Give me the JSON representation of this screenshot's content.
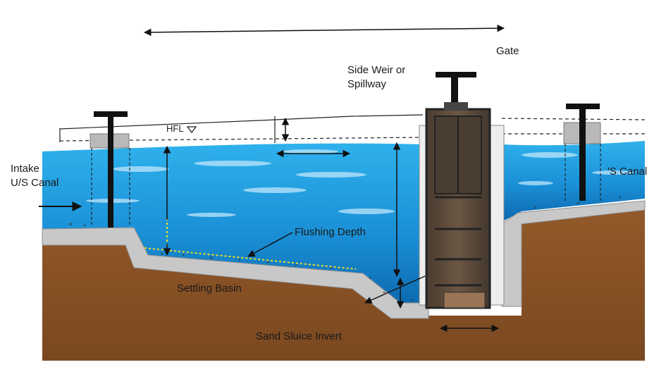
{
  "labels": {
    "gate": "Gate",
    "side_weir_line1": "Side Weir or",
    "side_weir_line2": "Spillway",
    "hfl": "HFL",
    "intake_line1": "Intake",
    "intake_line2": "U/S Canal",
    "ds_canal": "'S Canal",
    "flushing_depth": "Flushing Depth",
    "settling_basin": "Settling Basin",
    "sand_sluice_invert": "Sand Sluice Invert"
  },
  "colors": {
    "water_light": "#29a7e6",
    "water_dark": "#0a6fb8",
    "soil": "#8a5528",
    "soil_dark": "#6e3f19",
    "concrete": "#c9c9c9",
    "gate_frame": "#3a3a3a",
    "gate_rust": "#5c4a3a",
    "flushing_line": "#f0e020"
  }
}
